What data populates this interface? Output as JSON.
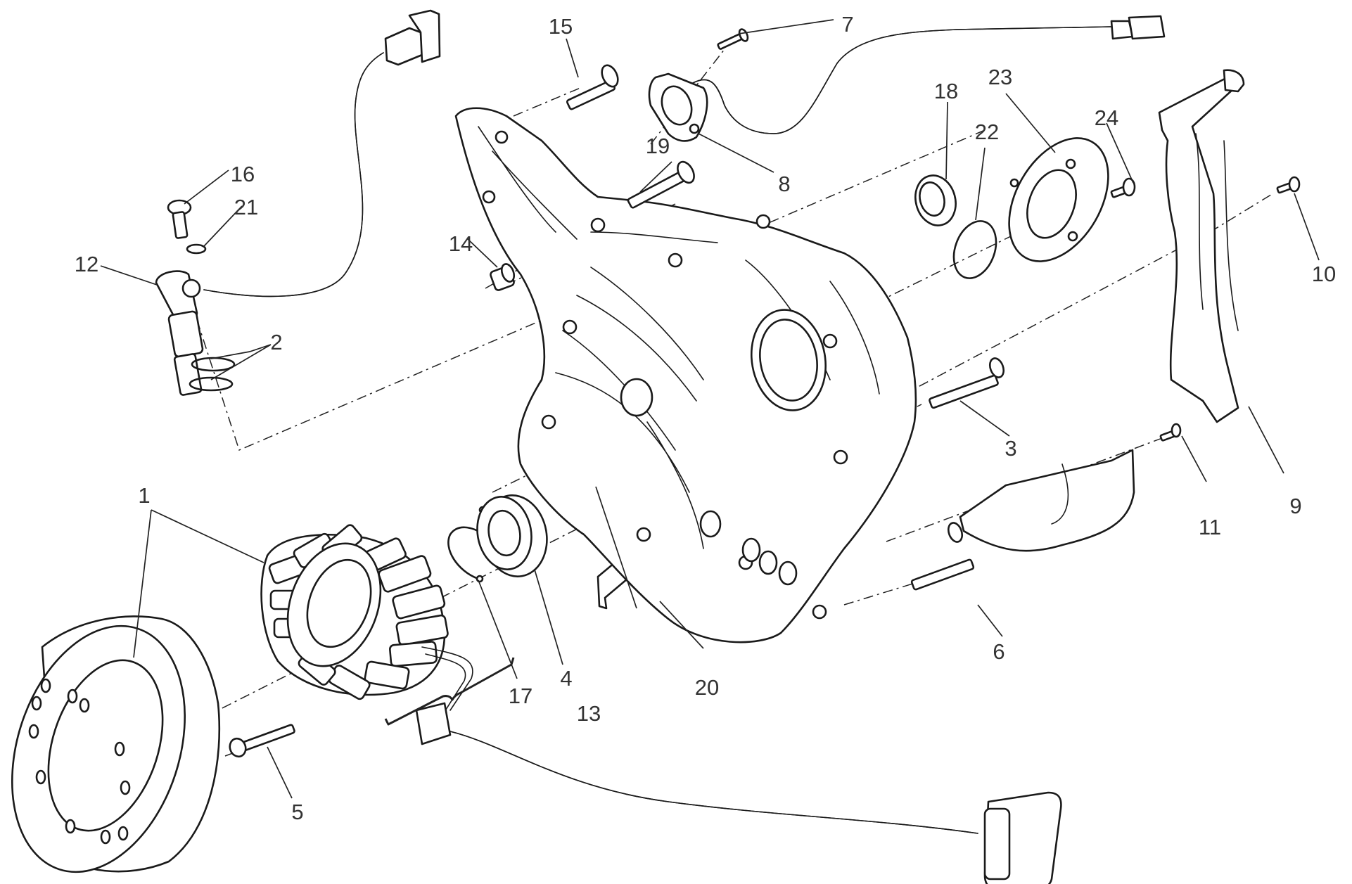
{
  "diagram": {
    "type": "exploded-parts-diagram",
    "line_color": "#1a1a1a",
    "callouts": [
      {
        "id": "1",
        "label": "1"
      },
      {
        "id": "2",
        "label": "2"
      },
      {
        "id": "3",
        "label": "3"
      },
      {
        "id": "4",
        "label": "4"
      },
      {
        "id": "5",
        "label": "5"
      },
      {
        "id": "6",
        "label": "6"
      },
      {
        "id": "7",
        "label": "7"
      },
      {
        "id": "8",
        "label": "8"
      },
      {
        "id": "9",
        "label": "9"
      },
      {
        "id": "10",
        "label": "10"
      },
      {
        "id": "11",
        "label": "11"
      },
      {
        "id": "12",
        "label": "12"
      },
      {
        "id": "13",
        "label": "13"
      },
      {
        "id": "14",
        "label": "14"
      },
      {
        "id": "15",
        "label": "15"
      },
      {
        "id": "16",
        "label": "16"
      },
      {
        "id": "17",
        "label": "17"
      },
      {
        "id": "18",
        "label": "18"
      },
      {
        "id": "19",
        "label": "19"
      },
      {
        "id": "20",
        "label": "20"
      },
      {
        "id": "21",
        "label": "21"
      },
      {
        "id": "22",
        "label": "22"
      },
      {
        "id": "23",
        "label": "23"
      },
      {
        "id": "24",
        "label": "24"
      }
    ]
  }
}
